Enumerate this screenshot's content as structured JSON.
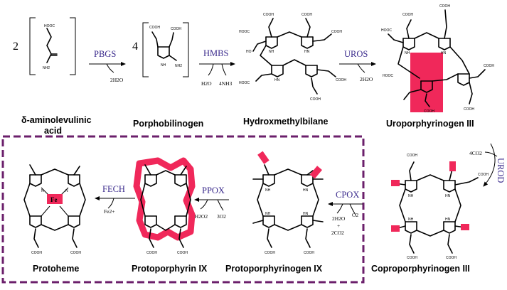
{
  "compounds": {
    "ala": {
      "label_line1": "δ-aminolevulinic",
      "label_line2": "acid",
      "coefficient": "2",
      "cooh": "HOOC",
      "nh2": "NH2"
    },
    "pbg": {
      "label": "Porphobilinogen",
      "coefficient": "4",
      "cooh_left": "COOH",
      "cooh_right": "COOH",
      "nh": "NH",
      "nh2": "NH2"
    },
    "hmb": {
      "label": "Hydroxmethylbilane"
    },
    "uro": {
      "label": "Uroporphyrinogen III"
    },
    "copro": {
      "label": "Coproporphyrinogen III"
    },
    "protogen": {
      "label": "Protoporphyrinogen IX"
    },
    "protoporph": {
      "label": "Protoporphyrin IX"
    },
    "protoheme": {
      "label": "Protoheme",
      "metal": "Fe"
    }
  },
  "ring_text": {
    "cooh": "COOH",
    "hooc": "HOOC",
    "nh": "NH",
    "hn": "HN",
    "ho": "HO",
    "n": "N"
  },
  "enzymes": {
    "pbgs": {
      "name": "PBGS",
      "byproduct": "2H2O"
    },
    "hmbs": {
      "name": "HMBS",
      "byproduct_1": "H2O",
      "byproduct_2": "4NH3"
    },
    "uros": {
      "name": "UROS",
      "byproduct": "2H2O"
    },
    "urod": {
      "name": "UROD",
      "byproduct": "4CO2"
    },
    "cpox": {
      "name": "CPOX",
      "reactant": "O2",
      "byproduct_1": "2H2O",
      "plus": "+",
      "byproduct_2": "2CO2"
    },
    "ppox": {
      "name": "PPOX",
      "reactant": "3O2",
      "byproduct": "3H2O2"
    },
    "fech": {
      "name": "FECH",
      "reactant": "Fe2+"
    }
  },
  "colors": {
    "highlight": "#f0285a",
    "enzyme_text": "#3a2a8c",
    "dashed_box": "#6b1f6b"
  }
}
